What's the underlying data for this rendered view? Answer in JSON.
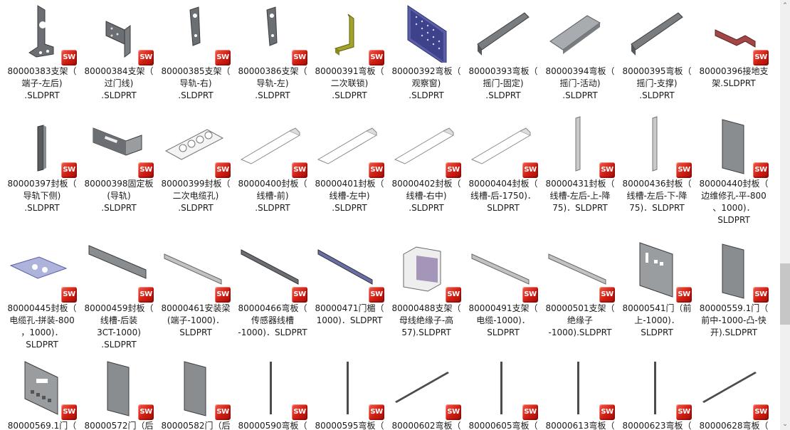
{
  "files": [
    {
      "label": "80000383支架（\n端子-左后)\n.SLDPRT",
      "shape": "bracket-dark",
      "badge": true
    },
    {
      "label": "80000384支架（\n过门线)\n.SLDPRT",
      "shape": "bracket-holes",
      "badge": true
    },
    {
      "label": "80000385支架（\n导轨-右)\n.SLDPRT",
      "shape": "bracket-narrow",
      "badge": true
    },
    {
      "label": "80000386支架（\n导轨-左)\n.SLDPRT",
      "shape": "bracket-narrow",
      "badge": true
    },
    {
      "label": "80000391弯板（\n二次联锁)\n.SLDPRT",
      "shape": "bent-yellow",
      "badge": true
    },
    {
      "label": "80000392弯板（\n观察窗)\n.SLDPRT",
      "shape": "mesh-blue",
      "badge": false
    },
    {
      "label": "80000393弯板（\n摇门-固定)\n.SLDPRT",
      "shape": "channel-diag",
      "badge": false
    },
    {
      "label": "80000394弯板（\n摇门-活动)\n.SLDPRT",
      "shape": "plate-diag",
      "badge": false
    },
    {
      "label": "80000395弯板（\n摇门-支撑)\n.SLDPRT",
      "shape": "channel-diag",
      "badge": false
    },
    {
      "label": "80000396接地支\n架.SLDPRT",
      "shape": "bent-red",
      "badge": true
    },
    {
      "label": "80000397封板（\n导轨下侧)\n.SLDPRT",
      "shape": "vertical-dark",
      "badge": true
    },
    {
      "label": "80000398固定板\n(导轨)\n.SLDPRT",
      "shape": "box-gray",
      "badge": true
    },
    {
      "label": "80000399封板（\n二次电缆孔)\n.SLDPRT",
      "shape": "plate-holes",
      "badge": true
    },
    {
      "label": "80000400封板（\n线槽-前)\n.SLDPRT",
      "shape": "wire-plate",
      "badge": true
    },
    {
      "label": "80000401封板（\n线槽-左中)\n.SLDPRT",
      "shape": "wire-plate",
      "badge": true
    },
    {
      "label": "80000402封板（\n线槽-右中)\n.SLDPRT",
      "shape": "wire-plate",
      "badge": true
    },
    {
      "label": "80000404封板（\n线槽-后-1750)．\nSLDPRT",
      "shape": "wire-plate",
      "badge": true
    },
    {
      "label": "80000431封板（\n线槽-左后-上-降\n75)．SLDPRT",
      "shape": "vertical-light",
      "badge": true
    },
    {
      "label": "80000436封板（\n线槽-左后-下-降\n75)．SLDPRT",
      "shape": "vertical-light",
      "badge": true
    },
    {
      "label": "80000440封板（\n边维修孔-平-800\n、1000)．\nSLDPRT",
      "shape": "panel-gray",
      "badge": true
    },
    {
      "label": "80000445封板（\n电缆孔-拼装-800\n，1000)．\nSLDPRT",
      "shape": "plate-blue",
      "badge": true
    },
    {
      "label": "80000459封板（\n线槽-后装\n3CT-1000)\n.SLDPRT",
      "shape": "long-plate",
      "badge": true
    },
    {
      "label": "80000461安装梁\n(端子-1000)．\nSLDPRT",
      "shape": "beam-diag",
      "badge": true
    },
    {
      "label": "80000466弯板（\n传感器线槽\n-1000)．SLDPRT",
      "shape": "beam-diag-dark",
      "badge": true
    },
    {
      "label": "80000471门楣（\n1000)．SLDPRT",
      "shape": "beam-diag-blue",
      "badge": true
    },
    {
      "label": "80000488支架（\n母线绝缘子-高\n57).SLDPRT",
      "shape": "box-purple",
      "badge": true
    },
    {
      "label": "80000491支架（\n电缆-1000)．\nSLDPRT",
      "shape": "beam-diag",
      "badge": true
    },
    {
      "label": "80000501支架（\n绝缘子\n-1000).SLDPRT",
      "shape": "beam-diag",
      "badge": true
    },
    {
      "label": "80000541门（前\n上-1000)．\nSLDPRT",
      "shape": "panel-holes",
      "badge": true
    },
    {
      "label": "80000559.1门（\n前中-1000-凸-快\n开).SLDPRT",
      "shape": "panel-gray",
      "badge": true
    },
    {
      "label": "80000569.1门（",
      "shape": "panel-wide",
      "badge": true
    },
    {
      "label": "80000572门（后",
      "shape": "panel-gray",
      "badge": true
    },
    {
      "label": "80000582门（后",
      "shape": "panel-gray",
      "badge": true
    },
    {
      "label": "80000590弯板（",
      "shape": "rod-vertical",
      "badge": true
    },
    {
      "label": "80000595弯板（",
      "shape": "rod-vertical",
      "badge": true
    },
    {
      "label": "80000602弯板（",
      "shape": "rod-diag",
      "badge": true
    },
    {
      "label": "80000605弯板（",
      "shape": "rod-vertical",
      "badge": true
    },
    {
      "label": "80000613弯板（",
      "shape": "rod-vertical",
      "badge": true
    },
    {
      "label": "80000623弯板（",
      "shape": "rod-vertical",
      "badge": true
    },
    {
      "label": "80000628弯板（",
      "shape": "rod-diag",
      "badge": true
    }
  ],
  "badge_text": "SW",
  "scrollbar": {
    "up_arrow": "⌃",
    "down_arrow": "⌄"
  },
  "colors": {
    "badge": "#d01d12",
    "scroll_track": "#f0f0f0",
    "scroll_thumb": "#c6c6c6"
  }
}
